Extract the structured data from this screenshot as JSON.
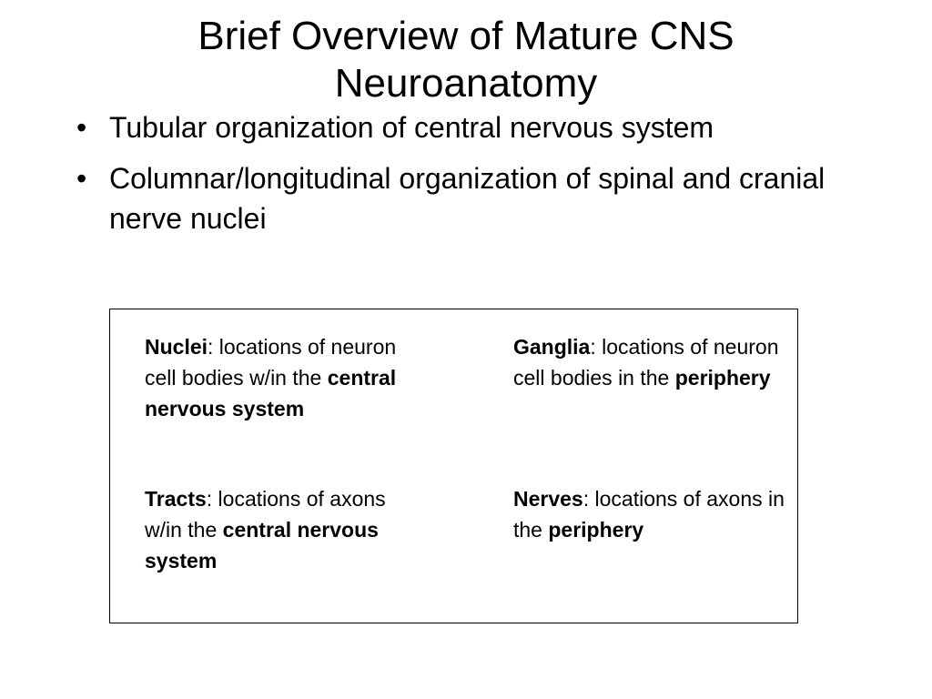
{
  "title": "Brief Overview of Mature CNS Neuroanatomy",
  "bullets": [
    {
      "symbol": "•",
      "text": "Tubular organization of central nervous system"
    },
    {
      "symbol": "•",
      "text": "Columnar/longitudinal organization of spinal and cranial nerve nuclei"
    }
  ],
  "box": {
    "nuclei": {
      "term": "Nuclei",
      "desc": ": locations of neuron cell bodies w/in the ",
      "emph": "central nervous system"
    },
    "ganglia": {
      "term": "Ganglia",
      "desc": ": locations of neuron cell bodies in the ",
      "emph": "periphery"
    },
    "tracts": {
      "term": "Tracts",
      "desc": ": locations of axons w/in the ",
      "emph": "central nervous system"
    },
    "nerves": {
      "term": "Nerves",
      "desc": ": locations of axons in the ",
      "emph": "periphery"
    }
  }
}
